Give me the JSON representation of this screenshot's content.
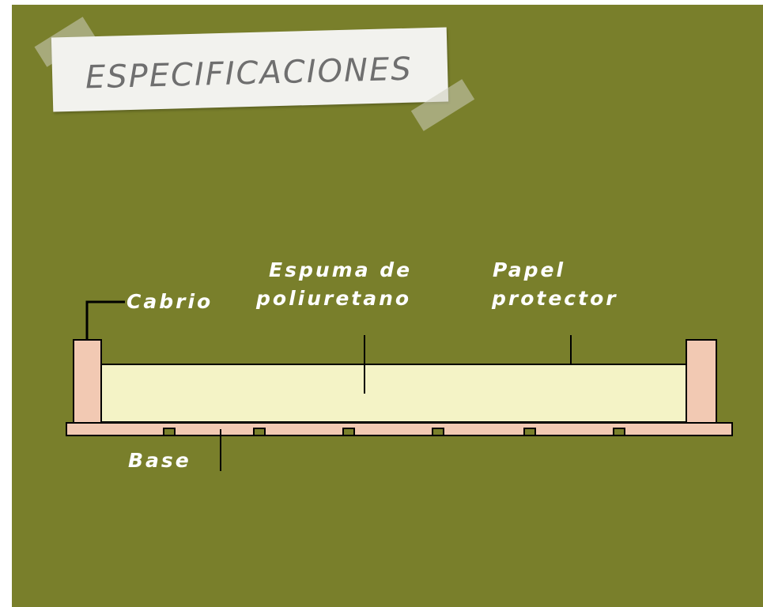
{
  "title": "ESPECIFICACIONES",
  "labels": {
    "cabrio": "Cabrio",
    "espuma_line1": "Espuma de",
    "espuma_line2": "poliuretano",
    "papel_line1": "Papel",
    "papel_line2": "protector",
    "base": "Base"
  },
  "colors": {
    "background": "#797f2b",
    "foam": "#f4f3c6",
    "wood": "#f2c9b3",
    "outline": "#000000",
    "label_text": "#ffffff"
  }
}
